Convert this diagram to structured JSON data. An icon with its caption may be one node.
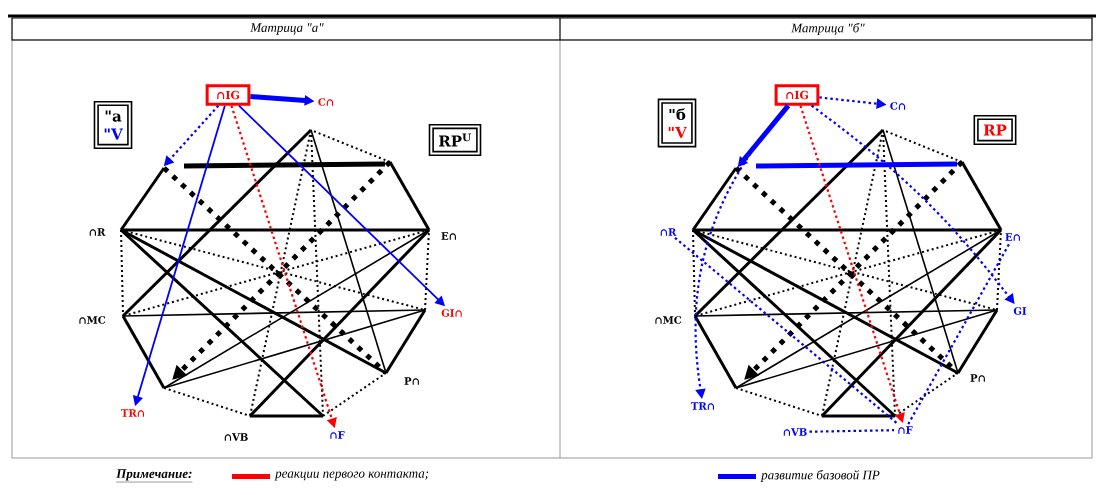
{
  "diagram": {
    "nodes": [
      {
        "text": [
          "\"a",
          "\"V"
        ]
      },
      {
        "text": [
          "∩IG"
        ]
      },
      {
        "text": [
          "C∩"
        ]
      },
      {
        "text": [
          "RP$^{U}$"
        ]
      },
      {
        "text": [
          "∩R"
        ]
      },
      {
        "text": [
          "E∩"
        ]
      },
      {
        "text": [
          "∩MC"
        ]
      },
      {
        "text": [
          "GI∩"
        ]
      },
      {
        "text": [
          "P∩"
        ]
      },
      {
        "text": [
          "TR∩"
        ]
      },
      {
        "text": [
          "∩VB"
        ]
      },
      {
        "text": [
          "∩F"
        ]
      },
      {
        "text": [
          "\"б",
          "\"V"
        ]
      },
      {
        "text": [
          "∩IG"
        ]
      },
      {
        "text": [
          "C∩"
        ]
      },
      {
        "text": [
          "RP"
        ]
      },
      {
        "text": [
          "∩R"
        ]
      },
      {
        "text": [
          "E∩"
        ]
      },
      {
        "text": [
          "∩MC"
        ]
      },
      {
        "text": [
          "GI"
        ]
      },
      {
        "text": [
          "P∩"
        ]
      },
      {
        "text": [
          "TR∩"
        ]
      },
      {
        "text": [
          "∩VB"
        ]
      },
      {
        "text": [
          "∩F"
        ]
      }
    ],
    "edges": [
      {
        "from": 1,
        "to": 2,
        "arrow": "to",
        "style": "thick"
      },
      {
        "from": 1,
        "to": null,
        "arrow": "to",
        "style": "dashed"
      },
      {
        "from": 1,
        "to": 9,
        "arrow": "to"
      },
      {
        "from": 1,
        "to": 7,
        "arrow": "to"
      },
      {
        "from": 1,
        "to": 11,
        "arrow": "to",
        "style": "dashed",
        "color": "#ff0000"
      },
      {
        "from": 13,
        "to": 14,
        "arrow": "to",
        "style": "dashed"
      },
      {
        "from": 13,
        "to": null,
        "arrow": "to",
        "style": "thick"
      },
      {
        "from": 13,
        "to": 21,
        "arrow": "to",
        "style": "dashed"
      },
      {
        "from": 13,
        "to": 19,
        "arrow": "to",
        "style": "dashed"
      },
      {
        "from": 16,
        "to": 23,
        "arrow": "none",
        "style": "dashed"
      },
      {
        "from": 22,
        "to": 23,
        "arrow": "none",
        "style": "dashed"
      },
      {
        "from": 23,
        "to": 17,
        "arrow": "none",
        "style": "dashed"
      },
      {
        "from": 13,
        "to": 23,
        "arrow": "to",
        "style": "dashed",
        "color": "#ff0000"
      }
    ],
    "labels": [
      "Матрица \"а\"",
      "Матрица \"б\"",
      "Примечание:"
    ],
    "legend": [
      {
        "text": "реакции первого контакта;",
        "color": "#ff0000"
      },
      {
        "text": "развитие базовой ПР",
        "color": "#0000ff"
      }
    ]
  }
}
